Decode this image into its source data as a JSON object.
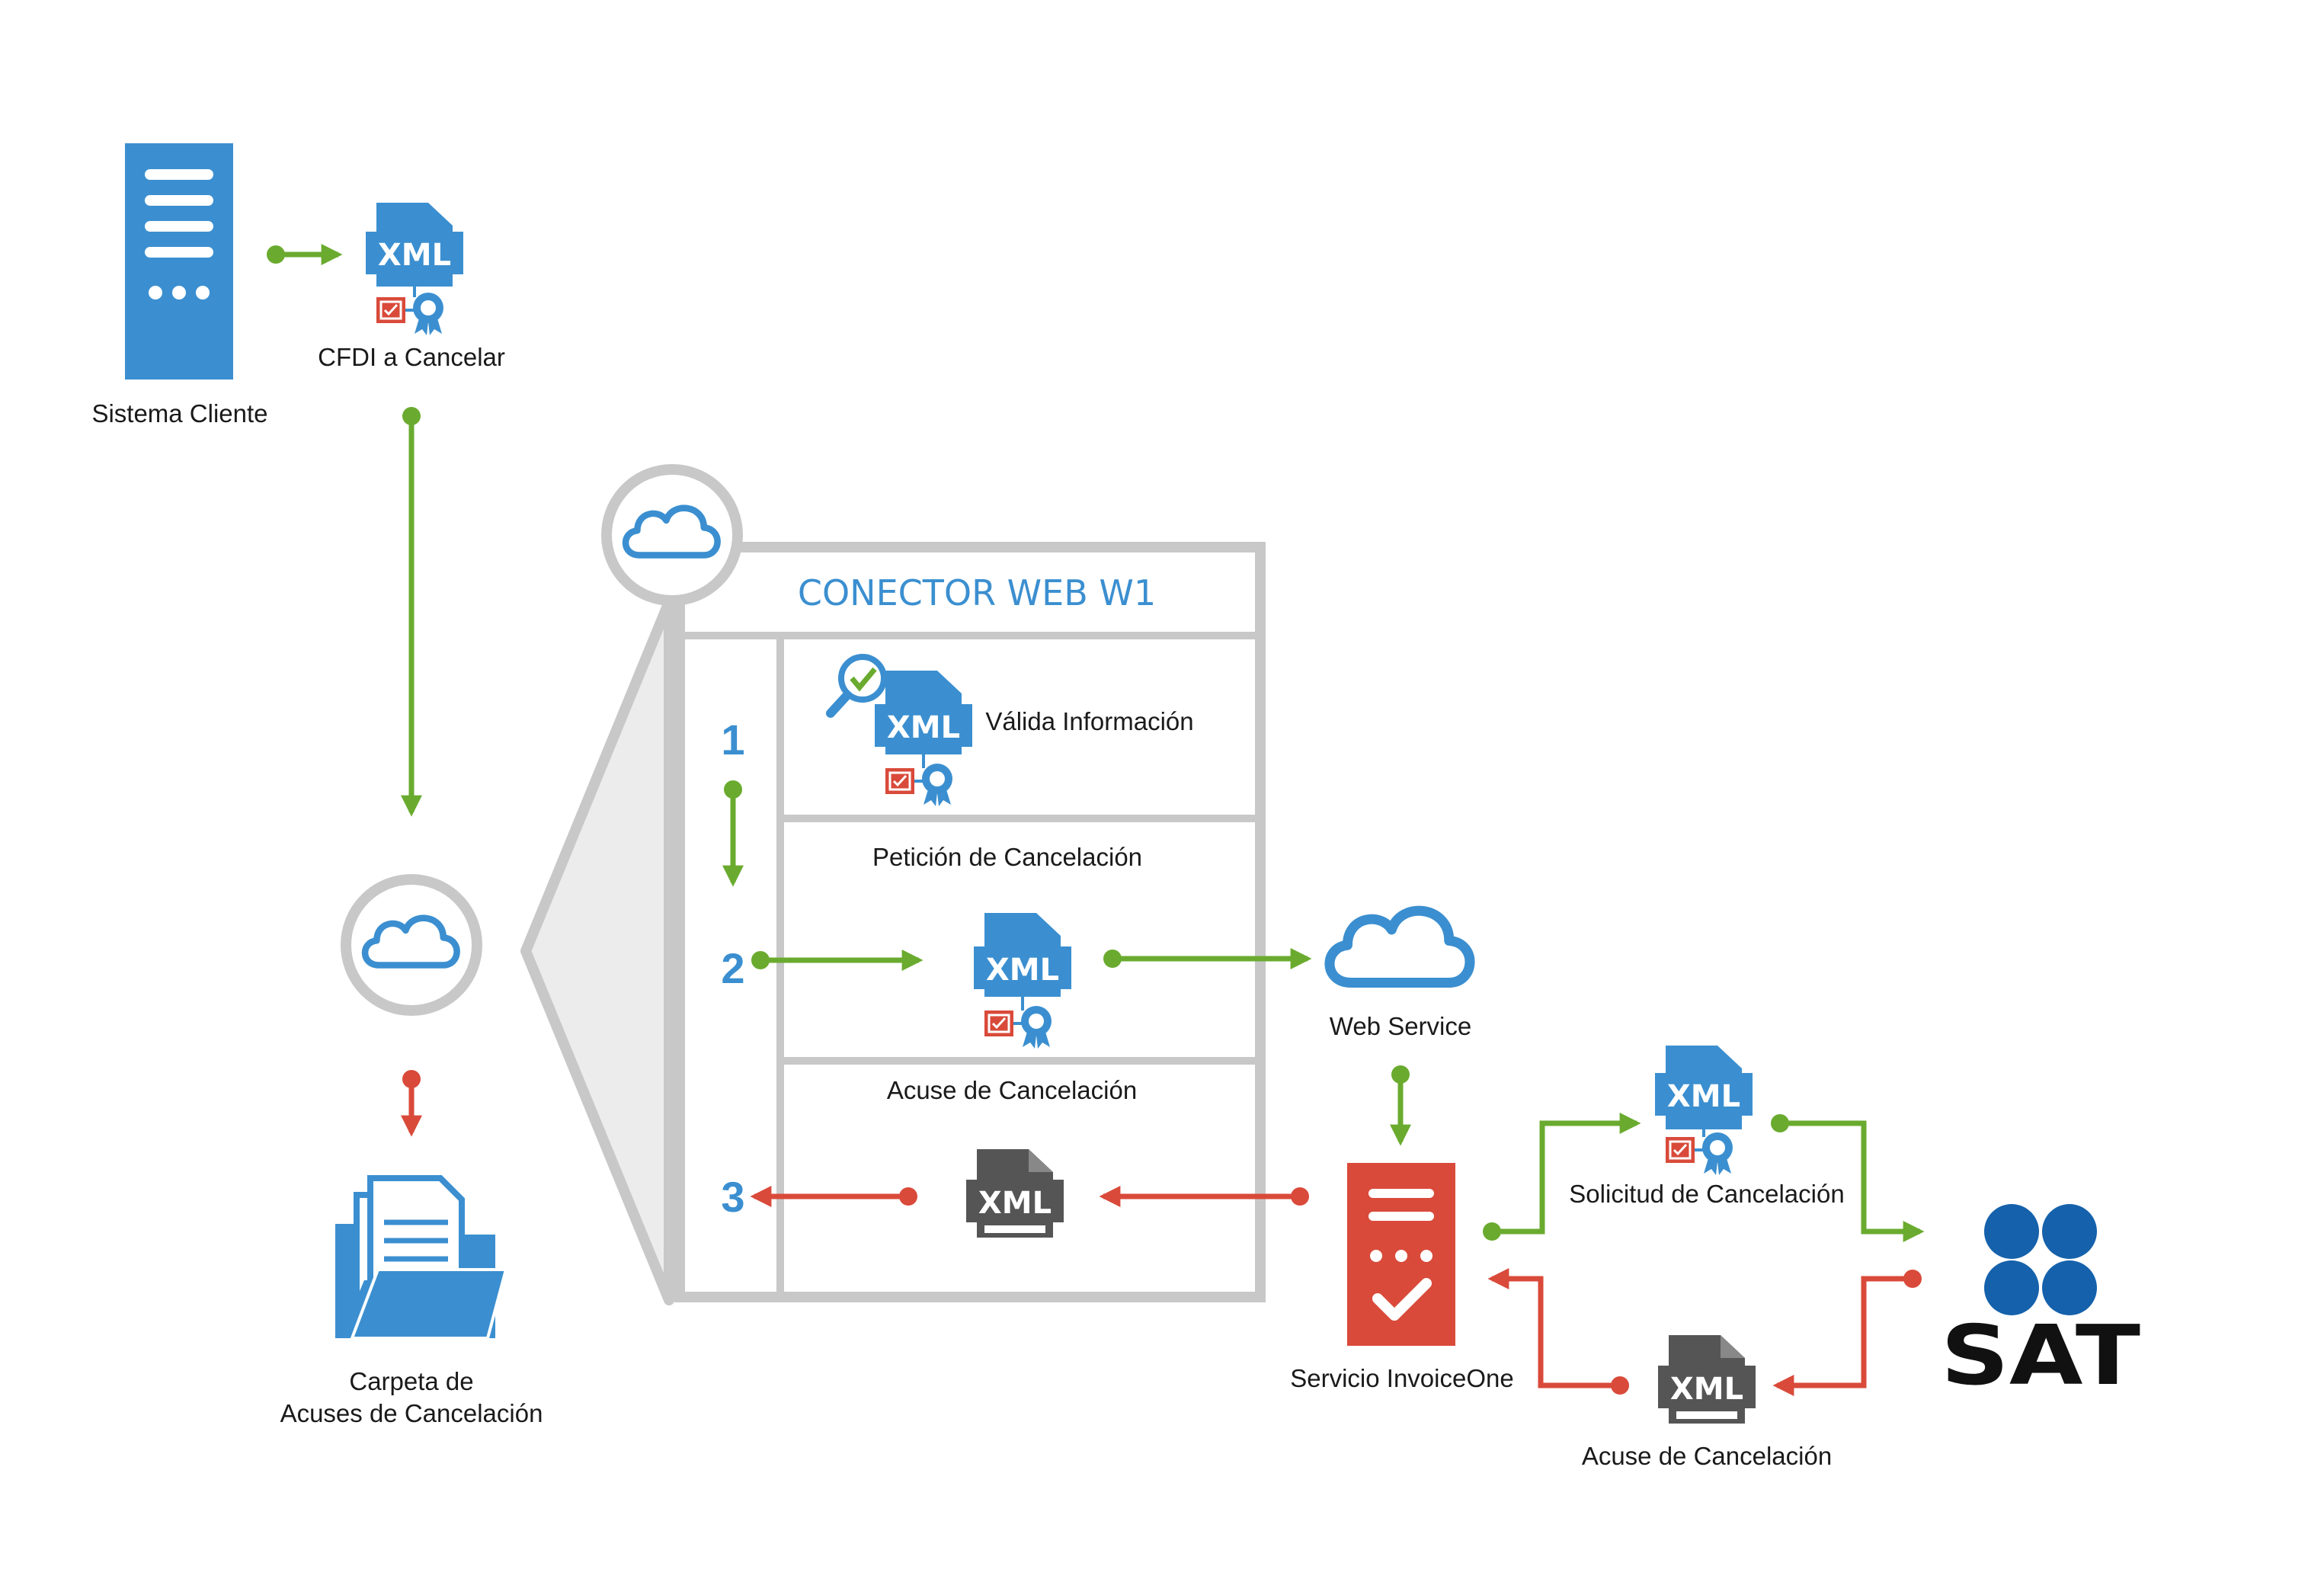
{
  "colors": {
    "blue": "#3b8fd0",
    "green": "#6aab2f",
    "red": "#d94a3a",
    "gray": "#c8c8c8",
    "dark_gray": "#555555",
    "sat_blue": "#1561ab"
  },
  "icons": [
    "server-icon",
    "xml-document-icon",
    "cloud-icon",
    "folder-icon",
    "invoice-server-icon",
    "sat-logo"
  ],
  "labels": {
    "sistema_cliente": "Sistema Cliente",
    "cfdi_cancelar": "CFDI a Cancelar",
    "carpeta_line1": "Carpeta de",
    "carpeta_line2": "Acuses de Cancelación",
    "web_service": "Web Service",
    "servicio_invoiceone": "Servicio InvoiceOne",
    "solicitud_cancelacion": "Solicitud de Cancelación",
    "acuse_cancelacion_bottom": "Acuse de Cancelación"
  },
  "connector": {
    "title": "CONECTOR WEB W1",
    "step1_number": "1",
    "step2_number": "2",
    "step3_number": "3",
    "step1_label": "Válida Información",
    "step2_label": "Petición de Cancelación",
    "step3_label": "Acuse de Cancelación"
  },
  "xml_text": "XML",
  "sat_text": "SAT"
}
